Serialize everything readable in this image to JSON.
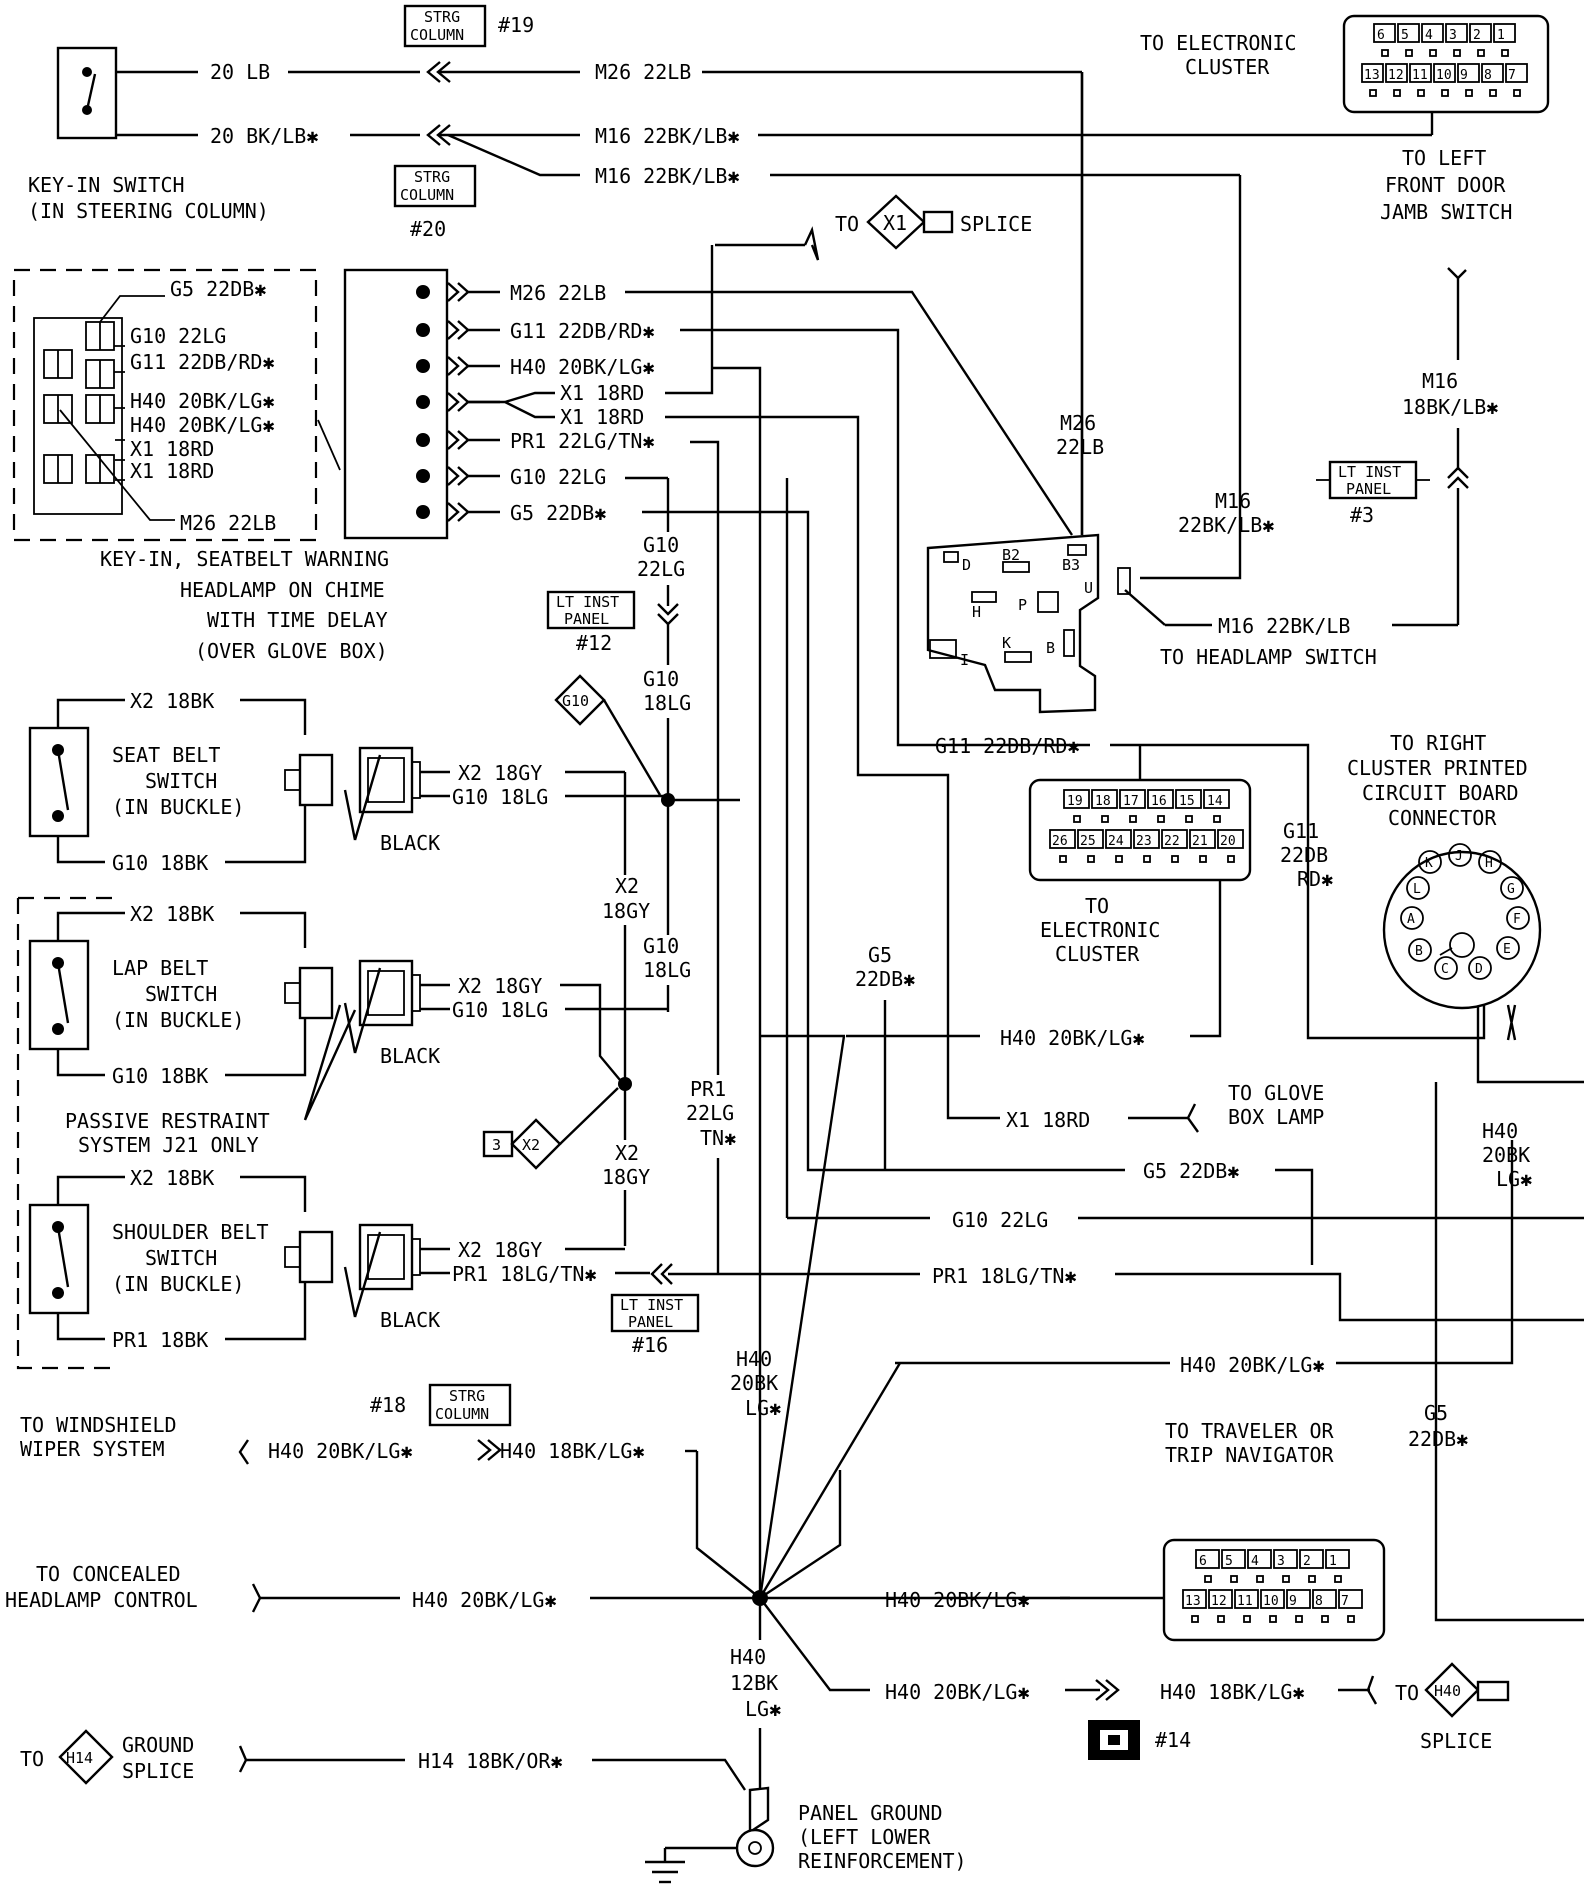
{
  "top": {
    "strg19": {
      "line1": "STRG",
      "line2": "COLUMN",
      "ref": "#19"
    },
    "strg20": {
      "line1": "STRG",
      "line2": "COLUMN",
      "ref": "#20"
    },
    "w_20lb": "20 LB",
    "w_m26": "M26 22LB",
    "w_20bk": "20 BK/LB✱",
    "w_m16a": "M16 22BK/LB✱",
    "w_m16b": "M16 22BK/LB✱",
    "keyin_1": "KEY-IN SWITCH",
    "keyin_2": "(IN STEERING COLUMN)",
    "ec_1": "TO ELECTRONIC",
    "ec_2": "CLUSTER",
    "lf_1": "TO LEFT",
    "lf_2": "FRONT DOOR",
    "lf_3": "JAMB SWITCH",
    "ec_top_row": [
      "6",
      "5",
      "4",
      "3",
      "2",
      "1"
    ],
    "ec_bot_row": [
      "13",
      "12",
      "11",
      "10",
      "9",
      "8",
      "7"
    ]
  },
  "splice_x1": {
    "to": "TO",
    "id": "X1",
    "label": "SPLICE"
  },
  "module": {
    "l1": "KEY-IN, SEATBELT WARNING",
    "l2": "HEADLAMP ON CHIME",
    "l3": "WITH TIME DELAY",
    "l4": "(OVER GLOVE BOX)",
    "pins": [
      "M26 22LB",
      "G11 22DB/RD✱",
      "H40 20BK/LG✱",
      "X1 18RD",
      "X1 18RD",
      "PR1 22LG/TN✱",
      "G10 22LG",
      "G5 22DB✱"
    ],
    "inner": [
      "G5 22DB✱",
      "G10 22LG",
      "G11 22DB/RD✱",
      "H40 20BK/LG✱",
      "H40 20BK/LG✱",
      "X1 18RD",
      "X1 18RD",
      "M26 22LB"
    ]
  },
  "mid": {
    "m26_l1": "M26",
    "m26_l2": "22LB",
    "m16_l1": "M16",
    "m16_l2": "22BK/LB✱",
    "m16r_l1": "M16",
    "m16r_l2": "18BK/LB✱",
    "ltinst3": {
      "l1": "LT INST",
      "l2": "PANEL",
      "ref": "#3"
    },
    "ltinst12": {
      "l1": "LT INST",
      "l2": "PANEL",
      "ref": "#12"
    },
    "ltinst16": {
      "l1": "LT INST",
      "l2": "PANEL",
      "ref": "#16"
    },
    "g10a_l1": "G10",
    "g10a_l2": "22LG",
    "g10b_l1": "G10",
    "g10b_l2": "18LG",
    "g10c_l1": "G10",
    "g10c_l2": "18LG",
    "g10_tag": "G10",
    "hs_pins": [
      "D",
      "B2",
      "B3",
      "H",
      "P",
      "U",
      "K",
      "B",
      "I"
    ],
    "hs_wire": "M16 22BK/LB",
    "hs_label": "TO HEADLAMP SWITCH"
  },
  "switches": {
    "seat": {
      "l1": "SEAT BELT",
      "l2": "SWITCH",
      "l3": "(IN BUCKLE)",
      "x2": "X2 18BK",
      "g10": "G10 18BK",
      "b": "BLACK",
      "c1": "X2 18GY",
      "c2": "G10 18LG"
    },
    "lap": {
      "l1": "LAP BELT",
      "l2": "SWITCH",
      "l3": "(IN BUCKLE)",
      "x2": "X2 18BK",
      "g10": "G10 18BK",
      "b": "BLACK",
      "c1": "X2 18GY",
      "c2": "G10 18LG"
    },
    "sh": {
      "l1": "SHOULDER BELT",
      "l2": "SWITCH",
      "l3": "(IN BUCKLE)",
      "x2": "X2 18BK",
      "pr1": "PR1 18BK",
      "b": "BLACK",
      "c1": "X2 18GY",
      "c2": "PR1 18LG/TN✱"
    },
    "passive_1": "PASSIVE RESTRAINT",
    "passive_2": "SYSTEM J21 ONLY",
    "x2v1_l1": "X2",
    "x2v1_l2": "18GY",
    "x2v2_l1": "X2",
    "x2v2_l2": "18GY",
    "x2_tag": "X2",
    "x2_ref": "3"
  },
  "right": {
    "g11_wire": "G11 22DB/RD✱",
    "rc_1": "TO RIGHT",
    "rc_2": "CLUSTER PRINTED",
    "rc_3": "CIRCUIT BOARD",
    "rc_4": "CONNECTOR",
    "rc_pins": [
      "K",
      "J",
      "H",
      "G",
      "F",
      "E",
      "D",
      "C",
      "B",
      "A",
      "L"
    ],
    "g11v_l1": "G11",
    "g11v_l2": "22DB",
    "g11v_l3": "RD✱",
    "ec2_top": [
      "19",
      "18",
      "17",
      "16",
      "15",
      "14"
    ],
    "ec2_bot": [
      "26",
      "25",
      "24",
      "23",
      "22",
      "21",
      "20"
    ],
    "ec2_1": "TO",
    "ec2_2": "ELECTRONIC",
    "ec2_3": "CLUSTER",
    "g5v_l1": "G5",
    "g5v_l2": "22DB✱",
    "h40_wire": "H40 20BK/LG✱",
    "x1_wire": "X1 18RD",
    "glove_1": "TO GLOVE",
    "glove_2": "BOX LAMP",
    "pr1v_l1": "PR1",
    "pr1v_l2": "22LG",
    "pr1v_l3": "TN✱",
    "h40v_l1": "H40",
    "h40v_l2": "20BK",
    "h40v_l3": "LG✱",
    "g5_wire": "G5 22DB✱",
    "g10_wire": "G10 22LG",
    "pr1_wire": "PR1 18LG/TN✱",
    "h40_wire2": "H40 20BK/LG✱",
    "trav_1": "TO TRAVELER OR",
    "trav_2": "TRIP NAVIGATOR",
    "g5v2_l1": "G5",
    "g5v2_l2": "22DB✱",
    "tn_top": [
      "6",
      "5",
      "4",
      "3",
      "2",
      "1"
    ],
    "tn_bot": [
      "13",
      "12",
      "11",
      "10",
      "9",
      "8",
      "7"
    ]
  },
  "bottom": {
    "h40v_l1": "H40",
    "h40v_l2": "20BK",
    "h40v_l3": "LG✱",
    "strg18": {
      "ref": "#18",
      "l1": "STRG",
      "l2": "COLUMN"
    },
    "wiper_1": "TO WINDSHIELD",
    "wiper_2": "WIPER SYSTEM",
    "w_h40a": "H40 20BK/LG✱",
    "w_h40b": "H40 18BK/LG✱",
    "conc_1": "TO CONCEALED",
    "conc_2": "HEADLAMP CONTROL",
    "w_h40c": "H40 20BK/LG✱",
    "w_h40d": "H40 20BK/LG✱",
    "h40g_l1": "H40",
    "h40g_l2": "12BK",
    "h40g_l3": "LG✱",
    "w_h40e": "H40 20BK/LG✱",
    "w_h40f": "H40 18BK/LG✱",
    "to": "TO",
    "h40_tag": "H40",
    "splice": "SPLICE",
    "ref14": "#14",
    "gs_to": "TO",
    "gs_tag": "H14",
    "gs_1": "GROUND",
    "gs_2": "SPLICE",
    "w_h14": "H14 18BK/OR✱",
    "pg_1": "PANEL GROUND",
    "pg_2": "(LEFT LOWER",
    "pg_3": "REINFORCEMENT)"
  }
}
